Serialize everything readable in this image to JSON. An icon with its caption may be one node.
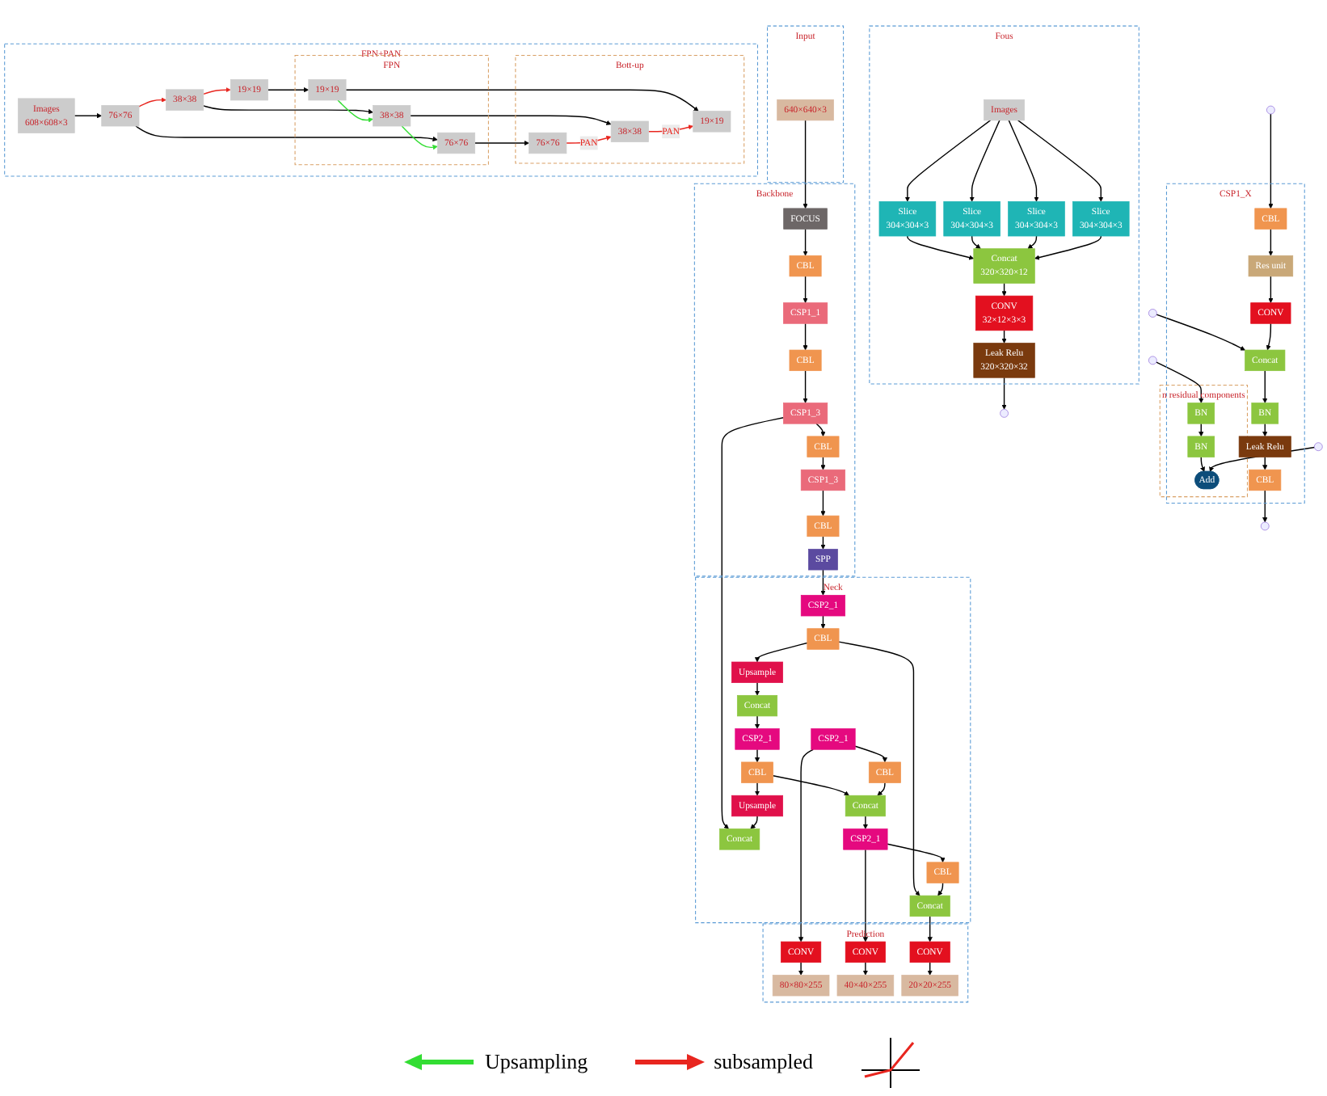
{
  "diagram": {
    "nodes": [
      {
        "text": [
          "Input"
        ]
      },
      {
        "text": [
          "640×640×3"
        ],
        "in": 0
      },
      {
        "text": [
          "Fous"
        ]
      },
      {
        "text": [
          "Images"
        ],
        "in": 2
      },
      {
        "text": [
          "Slice",
          "304×304×3"
        ],
        "in": 2
      },
      {
        "text": [
          "Slice",
          "304×304×3"
        ],
        "in": 2
      },
      {
        "text": [
          "Slice",
          "304×304×3"
        ],
        "in": 2
      },
      {
        "text": [
          "Slice",
          "304×304×3"
        ],
        "in": 2
      },
      {
        "text": [
          "Concat",
          "320×320×12"
        ],
        "in": 2
      },
      {
        "text": [
          "CONV",
          "32×12×3×3"
        ],
        "in": 2
      },
      {
        "text": [
          "Leak Relu",
          "320×320×32"
        ],
        "in": 2
      },
      {
        "text": [
          "Backbone"
        ]
      },
      {
        "text": [
          "FOCUS"
        ],
        "in": 11
      },
      {
        "text": [
          "CBL"
        ],
        "in": 11
      },
      {
        "text": [
          "CSP1_1"
        ],
        "in": 11
      },
      {
        "text": [
          "CBL"
        ],
        "in": 11
      },
      {
        "text": [
          "CSP1_3"
        ],
        "in": 11
      },
      {
        "text": [
          "CBL"
        ],
        "in": 11
      },
      {
        "text": [
          "CSP1_3"
        ],
        "in": 11
      },
      {
        "text": [
          "CBL"
        ],
        "in": 11
      },
      {
        "text": [
          "SPP"
        ],
        "in": 11
      },
      {
        "text": [
          "Neck"
        ]
      },
      {
        "text": [
          "Concat"
        ],
        "in": 21
      },
      {
        "text": [
          "Upsample"
        ],
        "in": 21
      },
      {
        "text": [
          "CBL"
        ],
        "in": 21
      },
      {
        "text": [
          "CSP2_1"
        ],
        "in": 21
      },
      {
        "text": [
          "Concat"
        ],
        "in": 21
      },
      {
        "text": [
          "Upsample"
        ],
        "in": 21
      },
      {
        "text": [
          "CBL"
        ],
        "in": 21
      },
      {
        "text": [
          "CSP2_1"
        ],
        "in": 21
      },
      {
        "text": [
          "CSP2_1"
        ],
        "in": 21
      },
      {
        "text": [
          "CBL"
        ],
        "in": 21
      },
      {
        "text": [
          "Concat"
        ],
        "in": 21
      },
      {
        "text": [
          "CSP2_1"
        ],
        "in": 21
      },
      {
        "text": [
          "CBL"
        ],
        "in": 21
      },
      {
        "text": [
          "Concat"
        ],
        "in": 21
      },
      {
        "text": [
          "Prediction"
        ]
      },
      {
        "text": [
          "CONV"
        ],
        "in": 36
      },
      {
        "text": [
          "80×80×255"
        ],
        "in": 36
      },
      {
        "text": [
          "CONV"
        ],
        "in": 36
      },
      {
        "text": [
          "40×40×255"
        ],
        "in": 36
      },
      {
        "text": [
          "CONV"
        ],
        "in": 36
      },
      {
        "text": [
          "20×20×255"
        ],
        "in": 36
      },
      {
        "text": [
          "FPN+PAN"
        ]
      },
      {
        "text": [
          "Images",
          "608×608×3"
        ],
        "in": 43
      },
      {
        "text": [
          "76×76"
        ],
        "in": 43
      },
      {
        "text": [
          "38×38"
        ],
        "in": 43
      },
      {
        "text": [
          "19×19"
        ],
        "in": 43
      },
      {
        "text": [
          "FPN"
        ],
        "in": 43
      },
      {
        "text": [
          "76×76"
        ],
        "in": 48
      },
      {
        "text": [
          "38×38"
        ],
        "in": 48
      },
      {
        "text": [
          "19×19"
        ],
        "in": 48
      },
      {
        "text": [
          "Bott-up"
        ],
        "in": 43
      },
      {
        "text": [
          "76×76"
        ],
        "in": 52
      },
      {
        "text": [
          "38×38"
        ],
        "in": 52
      },
      {
        "text": [
          "19×19"
        ],
        "in": 52
      },
      {
        "text": [
          "CSP1_X"
        ]
      },
      {
        "text": [
          "n residual components"
        ],
        "in": 56
      },
      {
        "text": [
          "BN"
        ],
        "in": 57
      },
      {
        "text": [
          "BN"
        ],
        "in": 57
      },
      {
        "text": [
          "Add"
        ],
        "in": 57
      },
      {
        "text": [
          "CBL"
        ],
        "in": 56
      },
      {
        "text": [
          "Res unit"
        ],
        "in": 56
      },
      {
        "text": [
          "CONV"
        ],
        "in": 56
      },
      {
        "text": [
          "Concat"
        ],
        "in": 56
      },
      {
        "text": [
          "BN"
        ],
        "in": 56
      },
      {
        "text": [
          "Leak Relu"
        ],
        "in": 56
      },
      {
        "text": [
          "CBL"
        ],
        "in": 56
      }
    ],
    "edges": [
      {
        "from": 1,
        "to": 12,
        "arrow": "to"
      },
      {
        "from": 3,
        "to": 4,
        "arrow": "to"
      },
      {
        "from": 3,
        "to": 5,
        "arrow": "to"
      },
      {
        "from": 3,
        "to": 6,
        "arrow": "to"
      },
      {
        "from": 3,
        "to": 7,
        "arrow": "to"
      },
      {
        "from": 4,
        "to": 8,
        "arrow": "to"
      },
      {
        "from": 5,
        "to": 8,
        "arrow": "to"
      },
      {
        "from": 6,
        "to": 8,
        "arrow": "to"
      },
      {
        "from": 7,
        "to": 8,
        "arrow": "to"
      },
      {
        "from": 8,
        "to": 9,
        "arrow": "to"
      },
      {
        "from": 9,
        "to": 10,
        "arrow": "to"
      },
      {
        "from": 10,
        "to": null,
        "arrow": "to"
      },
      {
        "from": 12,
        "to": 13,
        "arrow": "to"
      },
      {
        "from": 13,
        "to": 14,
        "arrow": "to"
      },
      {
        "from": 14,
        "to": 15,
        "arrow": "to"
      },
      {
        "from": 15,
        "to": 16,
        "arrow": "to"
      },
      {
        "from": 16,
        "to": 17,
        "arrow": "to"
      },
      {
        "from": 17,
        "to": 18,
        "arrow": "to"
      },
      {
        "from": 18,
        "to": 19,
        "arrow": "to"
      },
      {
        "from": 19,
        "to": 20,
        "arrow": "to"
      },
      {
        "from": 16,
        "to": 22,
        "arrow": "to"
      },
      {
        "from": 20,
        "to": 29,
        "arrow": "to"
      },
      {
        "from": 29,
        "to": 28,
        "arrow": "to"
      },
      {
        "from": 28,
        "to": 27,
        "arrow": "to"
      },
      {
        "from": 27,
        "to": 26,
        "arrow": "to"
      },
      {
        "from": 26,
        "to": 25,
        "arrow": "to"
      },
      {
        "from": 25,
        "to": 24,
        "arrow": "to"
      },
      {
        "from": 24,
        "to": 23,
        "arrow": "to"
      },
      {
        "from": 23,
        "to": 22,
        "arrow": "to"
      },
      {
        "from": 24,
        "to": 32,
        "arrow": "to"
      },
      {
        "from": 28,
        "to": 35,
        "arrow": "to"
      },
      {
        "from": 30,
        "to": 31,
        "arrow": "to"
      },
      {
        "from": 31,
        "to": 32,
        "arrow": "to"
      },
      {
        "from": 32,
        "to": 33,
        "arrow": "to"
      },
      {
        "from": 33,
        "to": 34,
        "arrow": "to"
      },
      {
        "from": 34,
        "to": 35,
        "arrow": "to"
      },
      {
        "from": 30,
        "to": 37,
        "arrow": "to"
      },
      {
        "from": 37,
        "to": 38,
        "arrow": "to"
      },
      {
        "from": 33,
        "to": 39,
        "arrow": "to"
      },
      {
        "from": 39,
        "to": 40,
        "arrow": "to"
      },
      {
        "from": 35,
        "to": 41,
        "arrow": "to"
      },
      {
        "from": 41,
        "to": 42,
        "arrow": "to"
      },
      {
        "from": 44,
        "to": 45,
        "arrow": "to"
      },
      {
        "from": 45,
        "to": 46,
        "arrow": "to",
        "color": "#e8261f"
      },
      {
        "from": 46,
        "to": 47,
        "arrow": "to",
        "color": "#e8261f"
      },
      {
        "from": 45,
        "to": 49,
        "arrow": "to"
      },
      {
        "from": 46,
        "to": 50,
        "arrow": "to"
      },
      {
        "from": 47,
        "to": 51,
        "arrow": "to"
      },
      {
        "from": 51,
        "to": 50,
        "arrow": "to",
        "color": "#33dd33"
      },
      {
        "from": 50,
        "to": 49,
        "arrow": "to",
        "color": "#33dd33"
      },
      {
        "from": 49,
        "to": 53,
        "arrow": "to"
      },
      {
        "from": 50,
        "to": 54,
        "arrow": "to"
      },
      {
        "from": 51,
        "to": 55,
        "arrow": "to"
      },
      {
        "from": 53,
        "to": 54,
        "arrow": "to",
        "label": "PAN",
        "color": "#e8261f"
      },
      {
        "from": 54,
        "to": 55,
        "arrow": "to",
        "label": "PAN",
        "color": "#e8261f"
      },
      {
        "from": null,
        "to": 58,
        "arrow": "to"
      },
      {
        "from": 58,
        "to": 59,
        "arrow": "to"
      },
      {
        "from": 59,
        "to": 60,
        "arrow": "to"
      },
      {
        "from": null,
        "to": 60,
        "arrow": "to"
      },
      {
        "from": null,
        "to": 61,
        "arrow": "to"
      },
      {
        "from": null,
        "to": 64,
        "arrow": "to"
      },
      {
        "from": 61,
        "to": 62,
        "arrow": "to"
      },
      {
        "from": 62,
        "to": 63,
        "arrow": "to"
      },
      {
        "from": 63,
        "to": 64,
        "arrow": "to"
      },
      {
        "from": 64,
        "to": 65,
        "arrow": "to"
      },
      {
        "from": 65,
        "to": 66,
        "arrow": "to"
      },
      {
        "from": 66,
        "to": 67,
        "arrow": "to"
      },
      {
        "from": 67,
        "to": null,
        "arrow": "to"
      }
    ],
    "legend": [
      {
        "text": "Upsampling"
      },
      {
        "text": "subsampled"
      }
    ]
  }
}
